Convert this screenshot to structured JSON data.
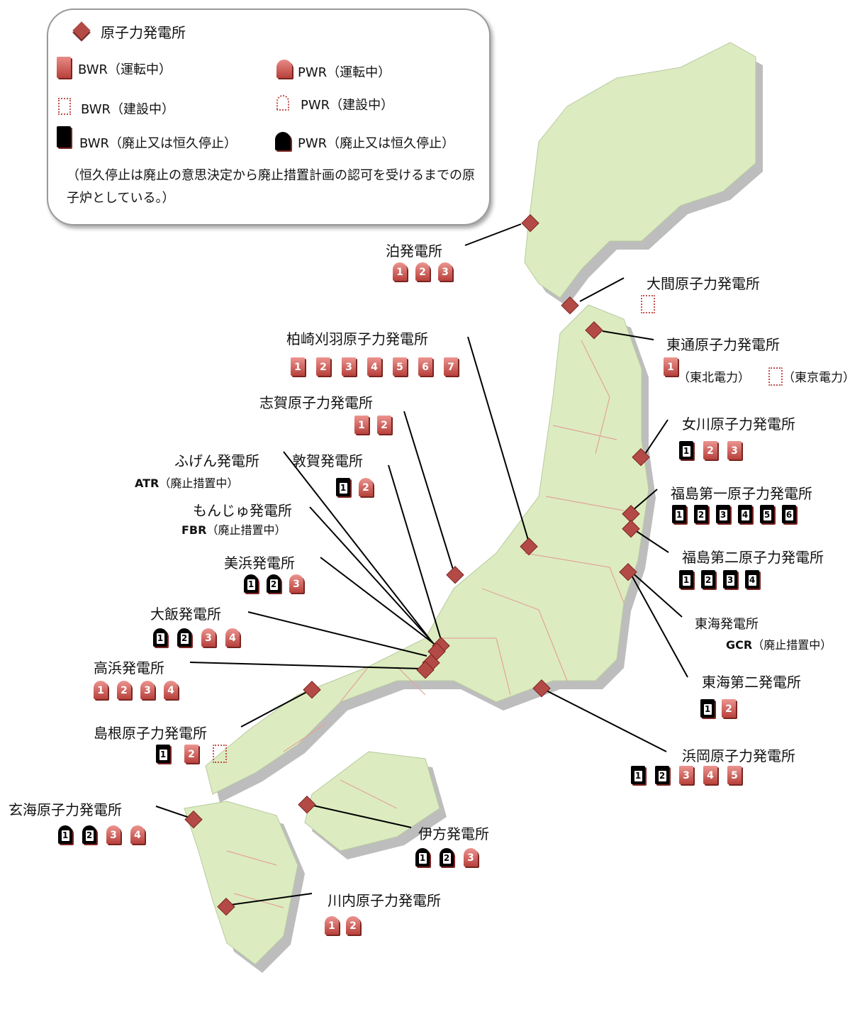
{
  "legend": {
    "title": "原子力発電所",
    "bwr_operating": "BWR（運転中）",
    "pwr_operating": "PWR（運転中）",
    "bwr_construction": "BWR（建設中）",
    "pwr_construction": "PWR（建設中）",
    "bwr_decommissioned": "BWR（廃止又は恒久停止）",
    "pwr_decommissioned": "PWR（廃止又は恒久停止）",
    "note": "（恒久停止は廃止の意思決定から廃止措置計画の認可を受けるまでの原子炉としている。）"
  },
  "plants": {
    "tomari": "泊発電所",
    "ohma": "大間原子力発電所",
    "higashidori": "東通原子力発電所",
    "higashidori_tohoku": "（東北電力）",
    "higashidori_tokyo": "（東京電力）",
    "kashiwazaki": "柏崎刈羽原子力発電所",
    "shika": "志賀原子力発電所",
    "onagawa": "女川原子力発電所",
    "fugen": "ふげん発電所",
    "fugen_type": "ATR",
    "fugen_status": "（廃止措置中）",
    "tsuruga": "敦賀発電所",
    "fukushima1": "福島第一原子力発電所",
    "monju": "もんじゅ発電所",
    "monju_type": "FBR",
    "monju_status": "（廃止措置中）",
    "fukushima2": "福島第二原子力発電所",
    "mihama": "美浜発電所",
    "tokai": "東海発電所",
    "tokai_type": "GCR",
    "tokai_status": "（廃止措置中）",
    "ohi": "大飯発電所",
    "takahama": "高浜発電所",
    "tokai2": "東海第二発電所",
    "shimane": "島根原子力発電所",
    "hamaoka": "浜岡原子力発電所",
    "genkai": "玄海原子力発電所",
    "ikata": "伊方発電所",
    "sendai": "川内原子力発電所"
  },
  "units": {
    "tomari": [
      {
        "n": "1",
        "t": "pwr",
        "s": "op"
      },
      {
        "n": "2",
        "t": "pwr",
        "s": "op"
      },
      {
        "n": "3",
        "t": "pwr",
        "s": "op"
      }
    ],
    "ohma": [
      {
        "n": "",
        "t": "bwr",
        "s": "con"
      }
    ],
    "higashidori_tohoku": [
      {
        "n": "1",
        "t": "bwr",
        "s": "op"
      }
    ],
    "higashidori_tokyo": [
      {
        "n": "",
        "t": "bwr",
        "s": "con"
      }
    ],
    "kashiwazaki": [
      {
        "n": "1",
        "t": "bwr",
        "s": "op"
      },
      {
        "n": "2",
        "t": "bwr",
        "s": "op"
      },
      {
        "n": "3",
        "t": "bwr",
        "s": "op"
      },
      {
        "n": "4",
        "t": "bwr",
        "s": "op"
      },
      {
        "n": "5",
        "t": "bwr",
        "s": "op"
      },
      {
        "n": "6",
        "t": "bwr",
        "s": "op"
      },
      {
        "n": "7",
        "t": "bwr",
        "s": "op"
      }
    ],
    "shika": [
      {
        "n": "1",
        "t": "bwr",
        "s": "op"
      },
      {
        "n": "2",
        "t": "bwr",
        "s": "op"
      }
    ],
    "onagawa": [
      {
        "n": "1",
        "t": "bwr",
        "s": "dec"
      },
      {
        "n": "2",
        "t": "bwr",
        "s": "op"
      },
      {
        "n": "3",
        "t": "bwr",
        "s": "op"
      }
    ],
    "tsuruga": [
      {
        "n": "1",
        "t": "bwr",
        "s": "dec"
      },
      {
        "n": "2",
        "t": "pwr",
        "s": "op"
      }
    ],
    "fukushima1": [
      {
        "n": "1",
        "t": "bwr",
        "s": "dec"
      },
      {
        "n": "2",
        "t": "bwr",
        "s": "dec"
      },
      {
        "n": "3",
        "t": "bwr",
        "s": "dec"
      },
      {
        "n": "4",
        "t": "bwr",
        "s": "dec"
      },
      {
        "n": "5",
        "t": "bwr",
        "s": "dec"
      },
      {
        "n": "6",
        "t": "bwr",
        "s": "dec"
      }
    ],
    "fukushima2": [
      {
        "n": "1",
        "t": "bwr",
        "s": "dec"
      },
      {
        "n": "2",
        "t": "bwr",
        "s": "dec"
      },
      {
        "n": "3",
        "t": "bwr",
        "s": "dec"
      },
      {
        "n": "4",
        "t": "bwr",
        "s": "dec"
      }
    ],
    "mihama": [
      {
        "n": "1",
        "t": "pwr",
        "s": "dec"
      },
      {
        "n": "2",
        "t": "pwr",
        "s": "dec"
      },
      {
        "n": "3",
        "t": "pwr",
        "s": "op"
      }
    ],
    "ohi": [
      {
        "n": "1",
        "t": "pwr",
        "s": "dec"
      },
      {
        "n": "2",
        "t": "pwr",
        "s": "dec"
      },
      {
        "n": "3",
        "t": "pwr",
        "s": "op"
      },
      {
        "n": "4",
        "t": "pwr",
        "s": "op"
      }
    ],
    "takahama": [
      {
        "n": "1",
        "t": "pwr",
        "s": "op"
      },
      {
        "n": "2",
        "t": "pwr",
        "s": "op"
      },
      {
        "n": "3",
        "t": "pwr",
        "s": "op"
      },
      {
        "n": "4",
        "t": "pwr",
        "s": "op"
      }
    ],
    "tokai2": [
      {
        "n": "1",
        "t": "bwr",
        "s": "dec"
      },
      {
        "n": "2",
        "t": "bwr",
        "s": "op"
      }
    ],
    "shimane": [
      {
        "n": "1",
        "t": "bwr",
        "s": "dec"
      },
      {
        "n": "2",
        "t": "bwr",
        "s": "op"
      },
      {
        "n": "",
        "t": "bwr",
        "s": "con"
      }
    ],
    "hamaoka": [
      {
        "n": "1",
        "t": "bwr",
        "s": "dec"
      },
      {
        "n": "2",
        "t": "bwr",
        "s": "dec"
      },
      {
        "n": "3",
        "t": "bwr",
        "s": "op"
      },
      {
        "n": "4",
        "t": "bwr",
        "s": "op"
      },
      {
        "n": "5",
        "t": "bwr",
        "s": "op"
      }
    ],
    "genkai": [
      {
        "n": "1",
        "t": "pwr",
        "s": "dec"
      },
      {
        "n": "2",
        "t": "pwr",
        "s": "dec"
      },
      {
        "n": "3",
        "t": "pwr",
        "s": "op"
      },
      {
        "n": "4",
        "t": "pwr",
        "s": "op"
      }
    ],
    "ikata": [
      {
        "n": "1",
        "t": "pwr",
        "s": "dec"
      },
      {
        "n": "2",
        "t": "pwr",
        "s": "dec"
      },
      {
        "n": "3",
        "t": "pwr",
        "s": "op"
      }
    ],
    "sendai": [
      {
        "n": "1",
        "t": "pwr",
        "s": "op"
      },
      {
        "n": "2",
        "t": "pwr",
        "s": "op"
      }
    ]
  },
  "colors": {
    "land": "#dcecc0",
    "prefecture_border": "#e3a49a",
    "marker": "#b34a46",
    "shadow": "#b9b9b9"
  }
}
